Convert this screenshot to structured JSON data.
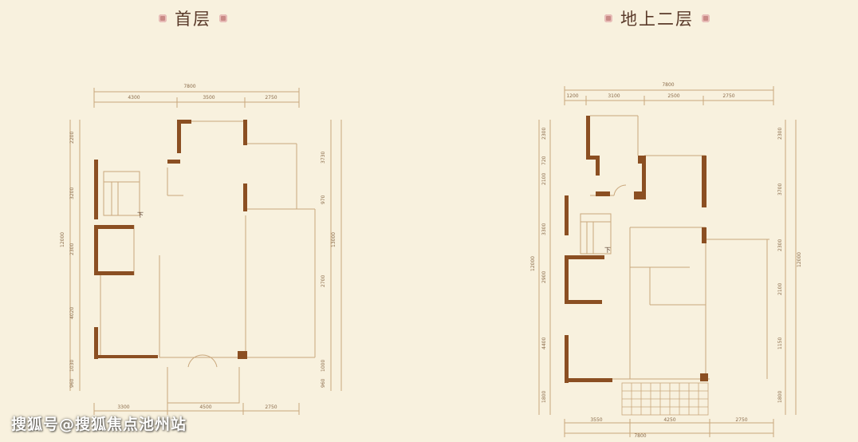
{
  "left_title": "首层",
  "right_title": "地上二层",
  "watermark": "搜狐号@搜狐焦点池州站",
  "left_dims": {
    "top_total": "7800",
    "top_segs": [
      "4300",
      "3500",
      "2750"
    ],
    "left_segs": [
      "2200",
      "3200",
      "2300",
      "12000",
      "4020",
      "1030",
      "960"
    ],
    "right_segs": [
      "3730",
      "970",
      "13000",
      "2700",
      "1000",
      "960"
    ],
    "bottom_segs": [
      "3300",
      "4500",
      "2750"
    ],
    "stair_label": "下"
  },
  "right_dims": {
    "top_total": "7800",
    "top_segs": [
      "1200",
      "3100",
      "2500",
      "2750"
    ],
    "left_segs": [
      "2300",
      "720",
      "2100",
      "3300",
      "12000",
      "2900",
      "4400",
      "1800"
    ],
    "right_segs": [
      "2300",
      "3700",
      "2300",
      "12000",
      "2100",
      "1150",
      "1800"
    ],
    "bottom_segs": [
      "3550",
      "4250",
      "2750"
    ],
    "bottom_total": "7800",
    "stair_label": "下"
  },
  "colors": {
    "wall": "#8b4f22",
    "line": "#c9a77c",
    "background": "#f8f1de"
  }
}
